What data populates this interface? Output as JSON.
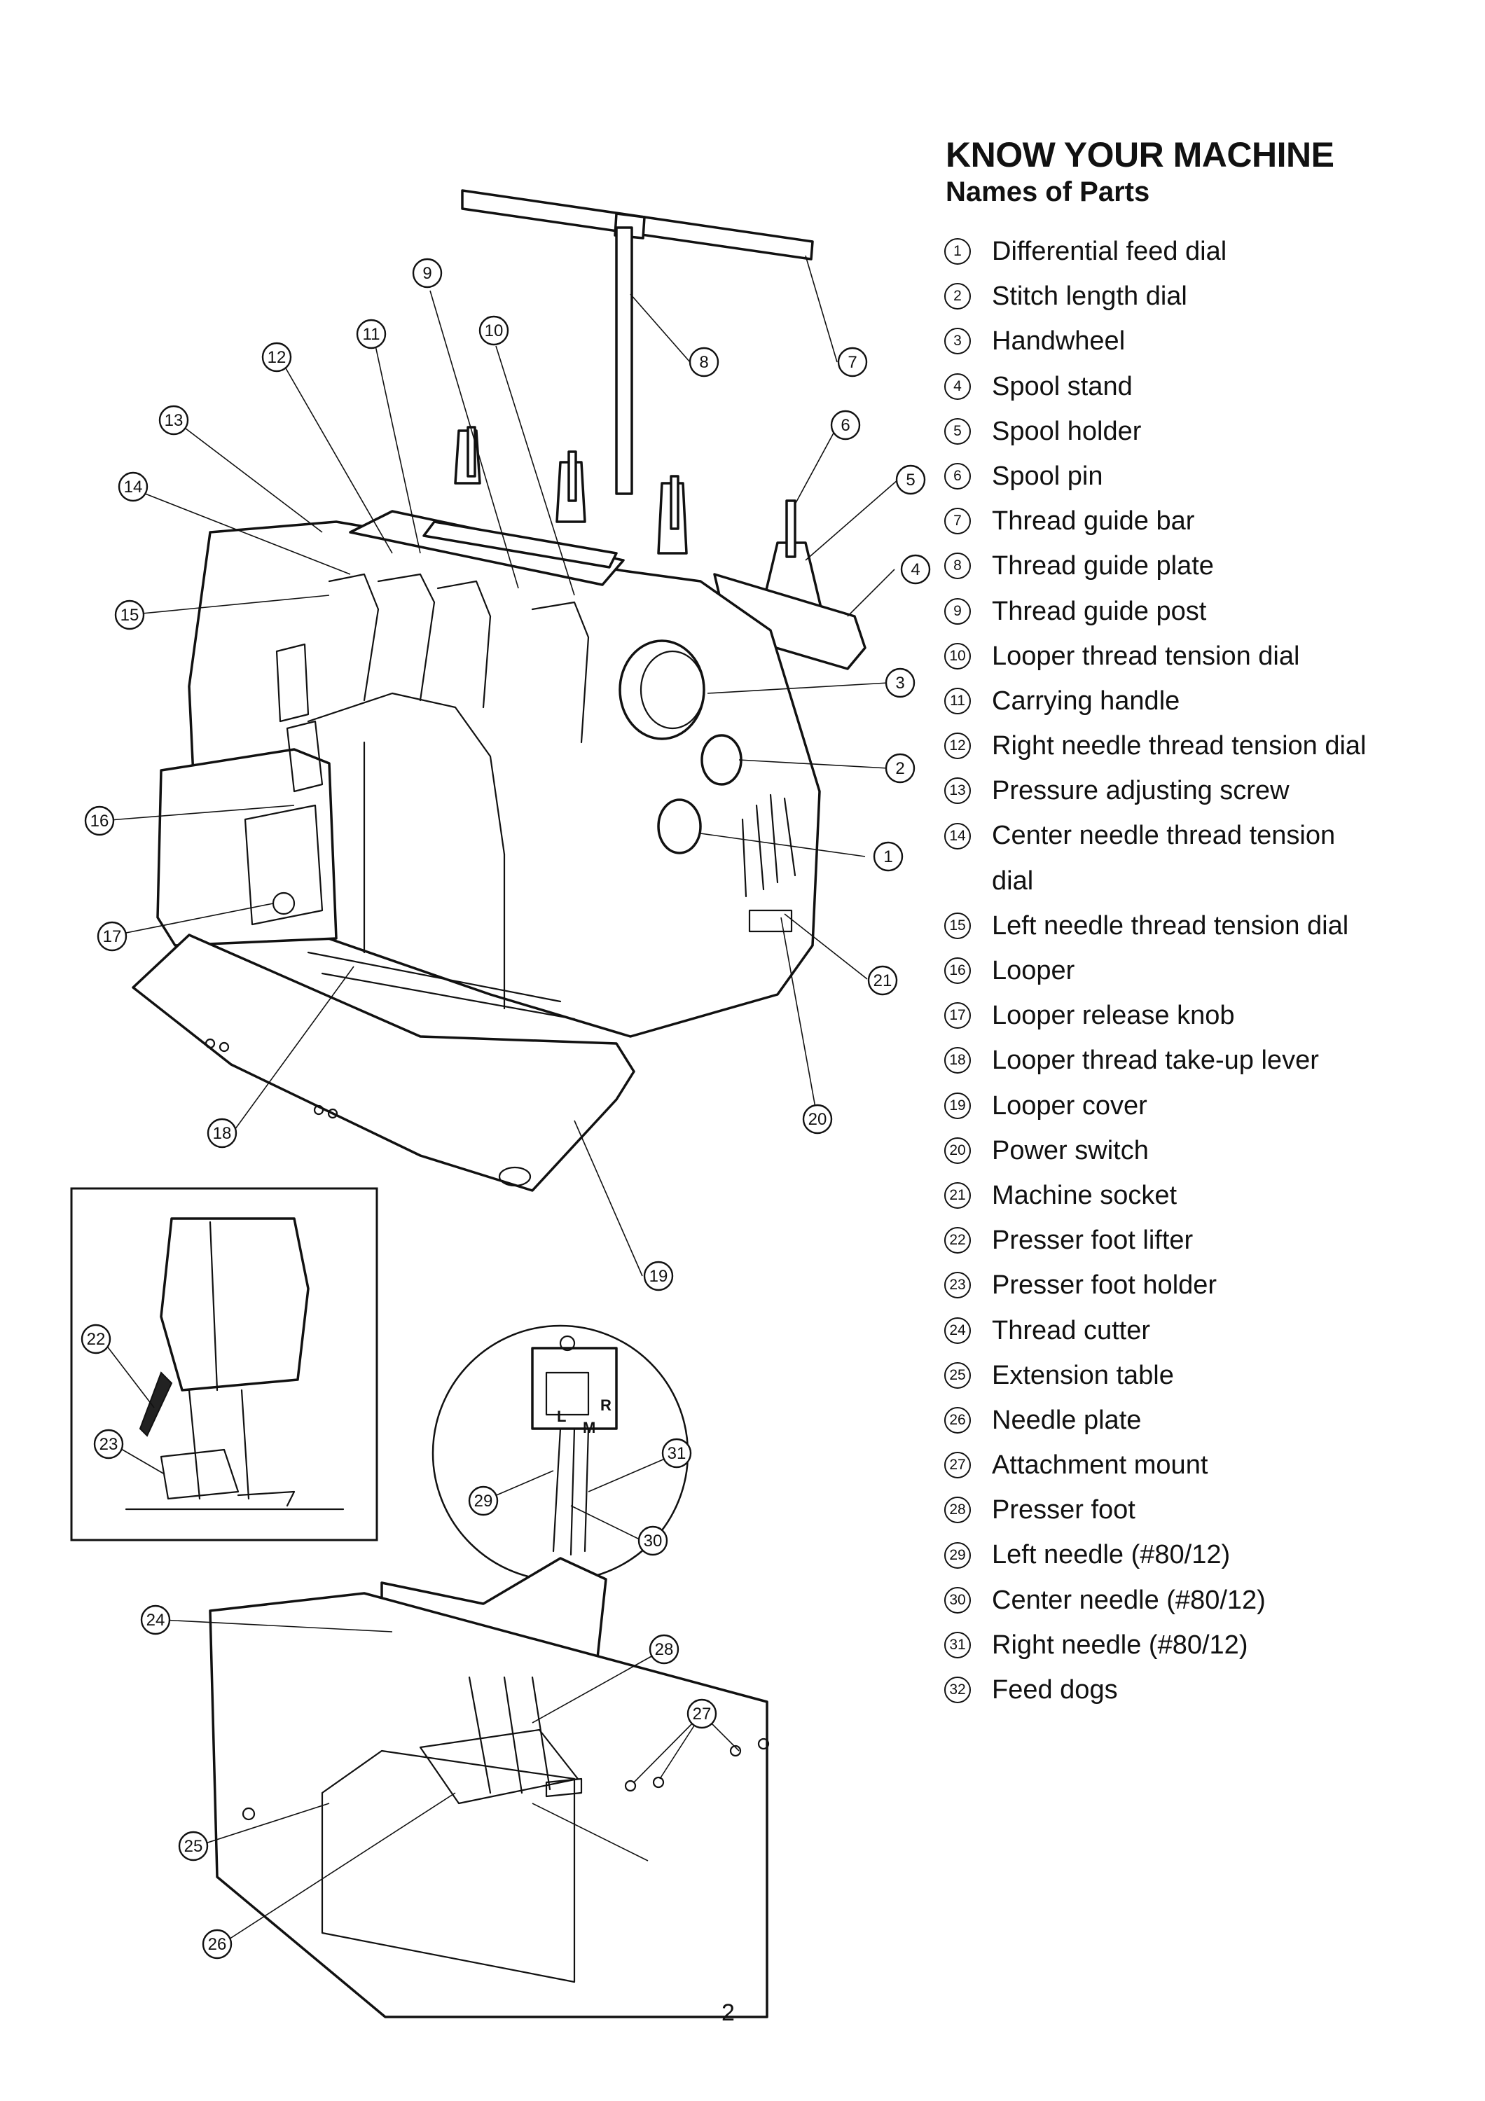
{
  "header": {
    "title": "KNOW YOUR MACHINE",
    "subtitle": "Names of Parts"
  },
  "parts": [
    {
      "n": "1",
      "label": "Differential feed dial"
    },
    {
      "n": "2",
      "label": "Stitch length dial"
    },
    {
      "n": "3",
      "label": "Handwheel"
    },
    {
      "n": "4",
      "label": "Spool stand"
    },
    {
      "n": "5",
      "label": "Spool holder"
    },
    {
      "n": "6",
      "label": "Spool pin"
    },
    {
      "n": "7",
      "label": "Thread guide bar"
    },
    {
      "n": "8",
      "label": "Thread guide plate"
    },
    {
      "n": "9",
      "label": "Thread guide post"
    },
    {
      "n": "10",
      "label": "Looper thread tension dial"
    },
    {
      "n": "11",
      "label": "Carrying handle"
    },
    {
      "n": "12",
      "label": "Right needle thread tension dial"
    },
    {
      "n": "13",
      "label": "Pressure adjusting screw"
    },
    {
      "n": "14",
      "label": "Center needle thread tension",
      "cont": "dial"
    },
    {
      "n": "15",
      "label": "Left needle thread tension dial"
    },
    {
      "n": "16",
      "label": "Looper"
    },
    {
      "n": "17",
      "label": "Looper release knob"
    },
    {
      "n": "18",
      "label": "Looper thread take-up lever"
    },
    {
      "n": "19",
      "label": "Looper cover"
    },
    {
      "n": "20",
      "label": "Power switch"
    },
    {
      "n": "21",
      "label": "Machine socket"
    },
    {
      "n": "22",
      "label": "Presser foot lifter"
    },
    {
      "n": "23",
      "label": "Presser foot holder"
    },
    {
      "n": "24",
      "label": "Thread cutter"
    },
    {
      "n": "25",
      "label": "Extension table"
    },
    {
      "n": "26",
      "label": "Needle plate"
    },
    {
      "n": "27",
      "label": "Attachment mount"
    },
    {
      "n": "28",
      "label": "Presser foot"
    },
    {
      "n": "29",
      "label": "Left needle (#80/12)"
    },
    {
      "n": "30",
      "label": "Center needle (#80/12)"
    },
    {
      "n": "31",
      "label": "Right needle (#80/12)"
    },
    {
      "n": "32",
      "label": "Feed dogs"
    }
  ],
  "diagram": {
    "callouts": [
      "1",
      "2",
      "3",
      "4",
      "5",
      "6",
      "7",
      "8",
      "9",
      "10",
      "11",
      "12",
      "13",
      "14",
      "15",
      "16",
      "17",
      "18",
      "19",
      "20",
      "21",
      "22",
      "23",
      "24",
      "25",
      "26",
      "27",
      "28",
      "29",
      "30",
      "31"
    ],
    "letters": [
      "L",
      "M",
      "R"
    ]
  },
  "footer": {
    "page_number": "2"
  }
}
